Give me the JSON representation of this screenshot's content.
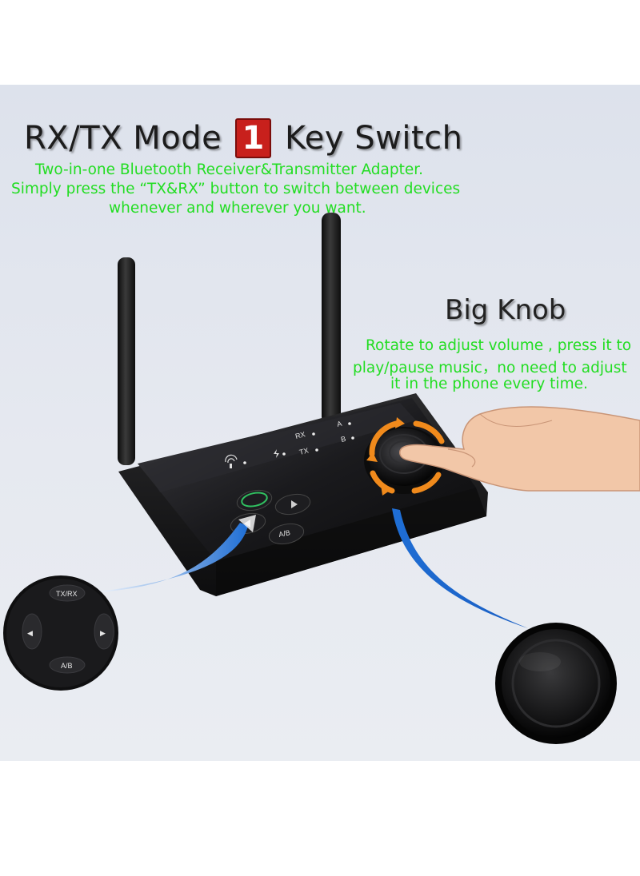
{
  "headline": {
    "prefix": "RX/TX Mode",
    "number": "1",
    "suffix": "Key Switch"
  },
  "headline_description": [
    "Two-in-one Bluetooth Receiver&Transmitter Adapter.",
    "Simply press the “TX&RX” button to switch between devices",
    "whenever and wherever you want."
  ],
  "knob_heading": "Big Knob",
  "knob_description": [
    "Rotate to adjust volume , press it to",
    "play/pause music，no need to adjust",
    "it in the phone every time."
  ],
  "device_labels": {
    "rx": "RX",
    "tx": "TX",
    "a": "A",
    "b": "B",
    "txrx_small": "TX/RX",
    "ab_small": "A/B"
  },
  "zoom_pad": {
    "top_button": "TX/RX",
    "bottom_button": "A/B",
    "left_arrow": "◀",
    "right_arrow": "▶"
  },
  "colors": {
    "headline_number_bg": "#c8201c",
    "description_text": "#22dd22",
    "arrow_curve": "#1f6fd6",
    "knob_rotation_arrows": "#f08a1c",
    "device_body": "#1b1b1d"
  },
  "icons": [
    "antenna-icon",
    "bluetooth-signal-icon",
    "charge-icon",
    "hand-pointer-icon",
    "rotate-arrows-icon"
  ]
}
